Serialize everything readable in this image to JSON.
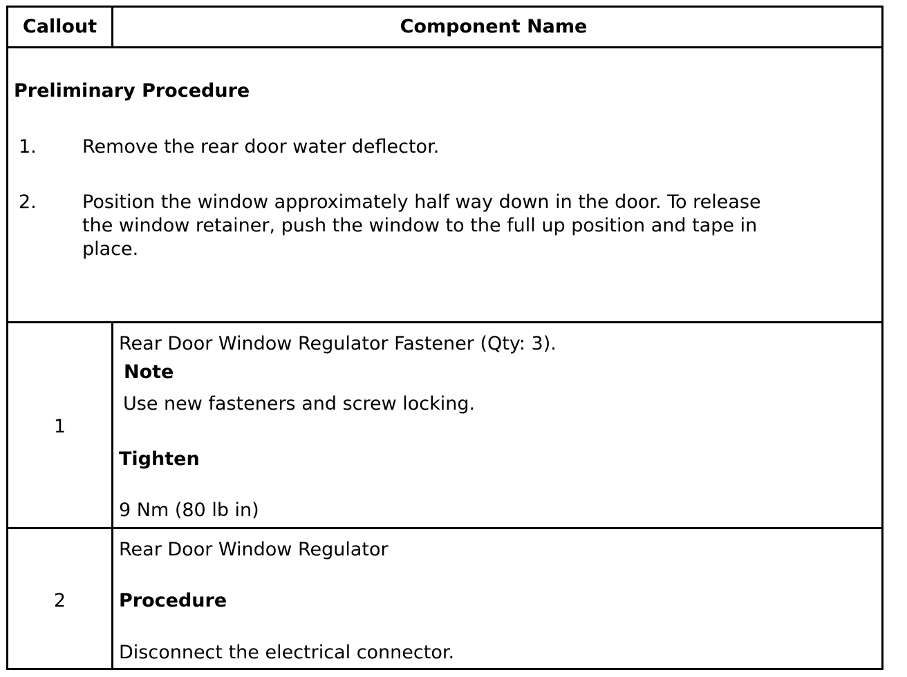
{
  "table": {
    "header": {
      "callout": "Callout",
      "component_name": "Component Name"
    },
    "preliminary": {
      "heading": "Preliminary Procedure",
      "steps": [
        {
          "number": "1.",
          "text": "Remove the rear door water deflector."
        },
        {
          "number": "2.",
          "text": "Position the window approximately half way down in the door. To release the window retainer, push the window to the full up position and tape in place."
        }
      ]
    },
    "rows": [
      {
        "callout": "1",
        "name": "Rear Door Window Regulator Fastener (Qty: 3).",
        "note_label": "Note",
        "note_text": "Use new fasteners and screw locking.",
        "action_label": "Tighten",
        "action_value": "9 Nm (80 lb in)"
      },
      {
        "callout": "2",
        "name": "Rear Door Window Regulator",
        "action_label": "Procedure",
        "action_value": "Disconnect the electrical connector."
      }
    ]
  }
}
